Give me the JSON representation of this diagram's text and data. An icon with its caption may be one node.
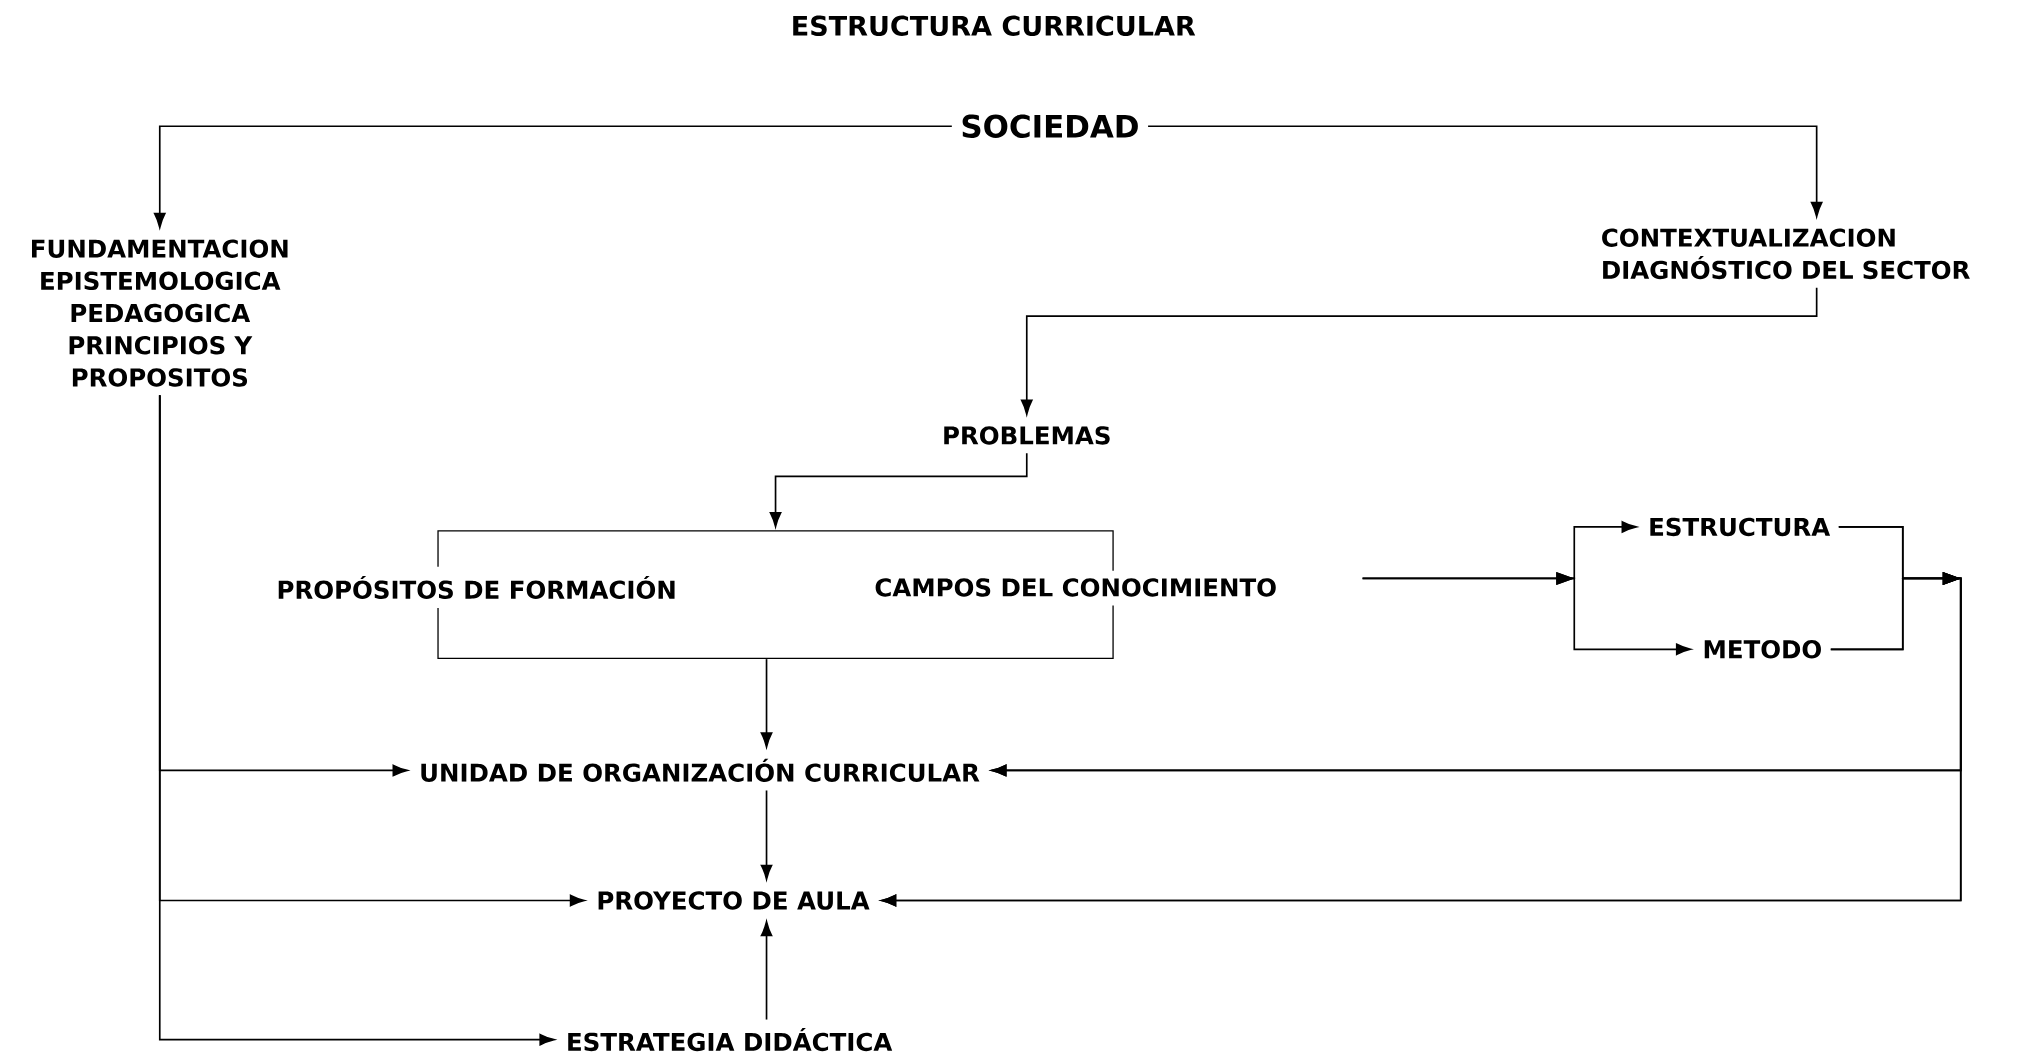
{
  "diagram": {
    "title": "ESTRUCTURA CURRICULAR",
    "nodes": [
      {
        "text": [
          "SOCIEDAD"
        ]
      },
      {
        "text": [
          "FUNDAMENTACION EPISTEMOLOGICA PEDAGOGICA PRINCIPIOS Y PROPOSITOS"
        ]
      },
      {
        "text": [
          "CONTEXTUALIZACION DIAGNÓSTICO DEL SECTOR"
        ]
      },
      {
        "text": [
          "PROBLEMAS"
        ]
      },
      {
        "text": [
          "PROPÓSITOS DE FORMACIÓN",
          "CAMPOS DEL CONOCIMIENTO"
        ]
      },
      {
        "text": [
          "ESTRUCTURA"
        ]
      },
      {
        "text": [
          "METODO"
        ]
      },
      {
        "text": [
          "UNIDAD DE ORGANIZACIÓN CURRICULAR"
        ]
      },
      {
        "text": [
          "PROYECTO DE AULA"
        ]
      },
      {
        "text": [
          "ESTRATEGIA DIDÁCTICA"
        ]
      }
    ],
    "edges": [
      {
        "from": 0,
        "to": 1,
        "arrow": "to"
      },
      {
        "from": 0,
        "to": 2,
        "arrow": "to"
      },
      {
        "from": 2,
        "to": 3,
        "arrow": "to"
      },
      {
        "from": 3,
        "to": 4,
        "arrow": "to"
      },
      {
        "from": 4,
        "to": 5,
        "arrow": "to"
      },
      {
        "from": 4,
        "to": 6,
        "arrow": "to"
      },
      {
        "from": 5,
        "to": 7,
        "arrow": "to"
      },
      {
        "from": 5,
        "to": 8,
        "arrow": "to"
      },
      {
        "from": 6,
        "to": 7,
        "arrow": "to"
      },
      {
        "from": 6,
        "to": 8,
        "arrow": "to"
      },
      {
        "from": 4,
        "to": 7,
        "arrow": "to"
      },
      {
        "from": 7,
        "to": 8,
        "arrow": "to"
      },
      {
        "from": 9,
        "to": 8,
        "arrow": "to"
      },
      {
        "from": 1,
        "to": 7,
        "arrow": "to"
      },
      {
        "from": 1,
        "to": 8,
        "arrow": "to"
      },
      {
        "from": 1,
        "to": 9,
        "arrow": "to"
      }
    ]
  }
}
